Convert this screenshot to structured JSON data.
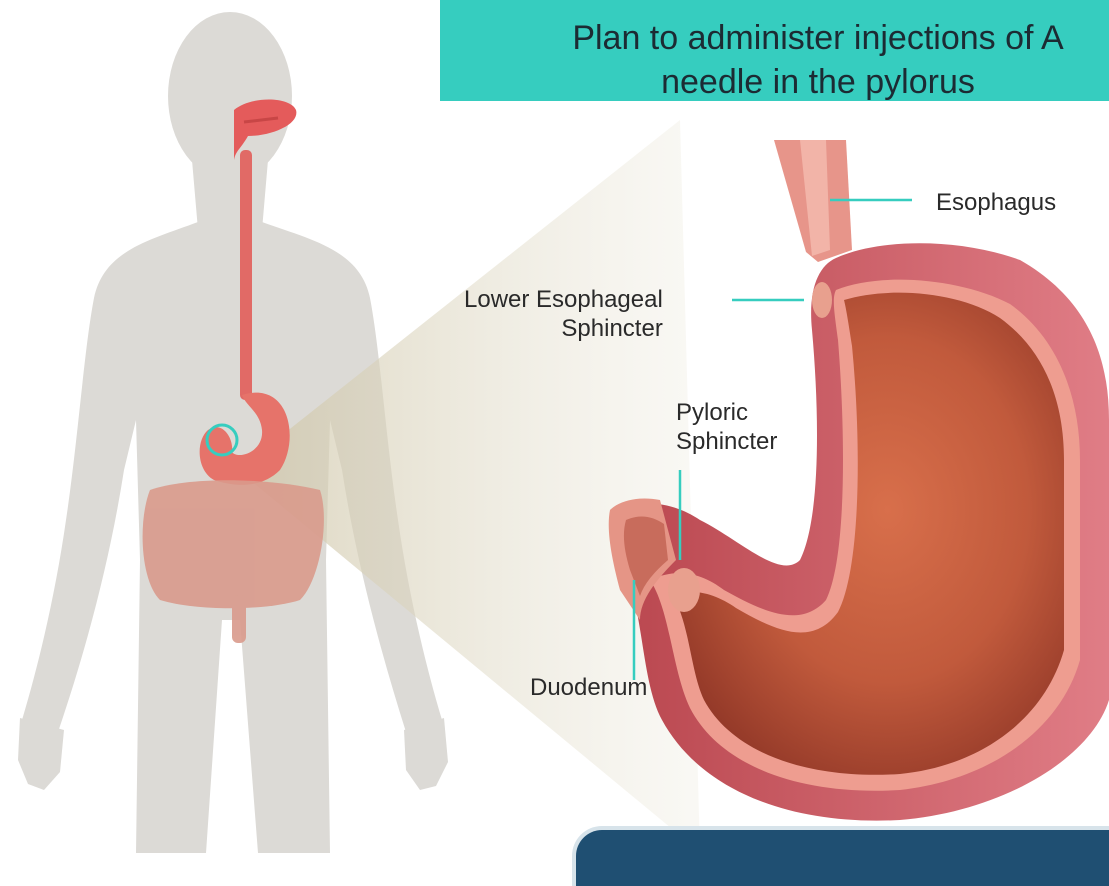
{
  "banner": {
    "line1": "Plan to administer injections of A",
    "line2": "needle in the pylorus"
  },
  "labels": {
    "esophagus": "Esophagus",
    "lower_esophageal_line1": "Lower Esophageal",
    "lower_esophageal_line2": "Sphincter",
    "pyloric_line1": "Pyloric",
    "pyloric_line2": "Sphincter",
    "duodenum": "Duodenum"
  },
  "colors": {
    "banner_bg": "#36cdbf",
    "leader_line": "#36cdbf",
    "silhouette": "#d9d7d3",
    "stomach_wall": "#e98b7e",
    "stomach_interior": "#b9543a",
    "info_panel": "#1f4f72"
  }
}
